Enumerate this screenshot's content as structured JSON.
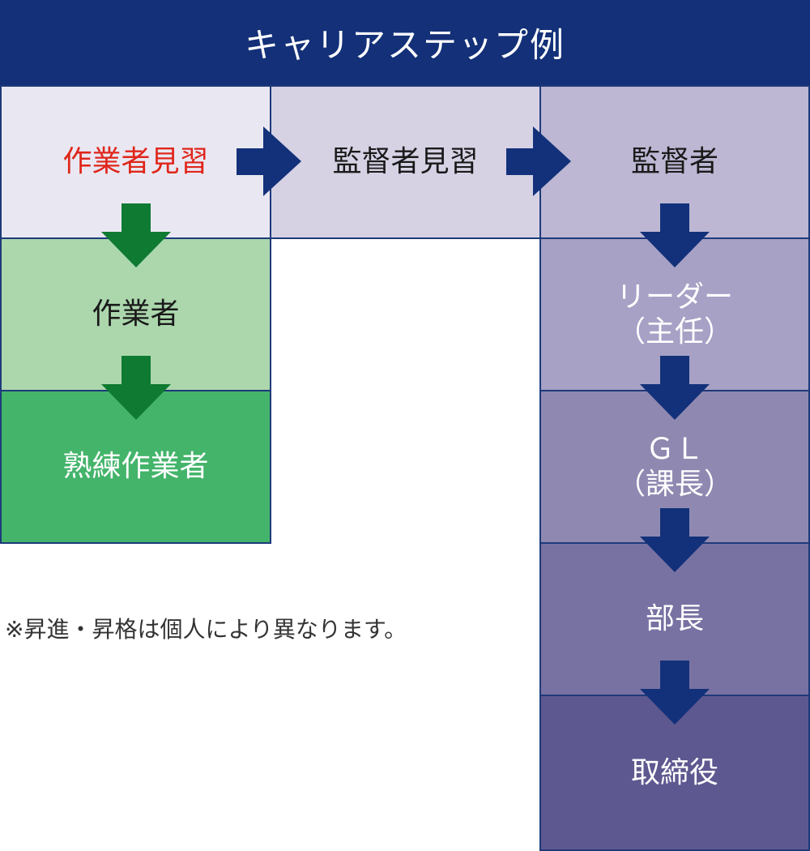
{
  "title": "キャリアステップ例",
  "steps": {
    "trainee_worker": "作業者見習",
    "trainee_supervisor": "監督者見習",
    "supervisor": "監督者",
    "worker": "作業者",
    "skilled_worker": "熟練作業者",
    "leader": "リーダー",
    "leader_sub": "（主任）",
    "gl": "ＧＬ",
    "gl_sub": "（課長）",
    "manager": "部長",
    "director": "取締役"
  },
  "note": "※昇進・昇格は個人により異なります。",
  "colors": {
    "header": "#133078",
    "arrow_navy": "#13317a",
    "arrow_green": "#0f7a32",
    "highlight_text": "#e0261b"
  }
}
